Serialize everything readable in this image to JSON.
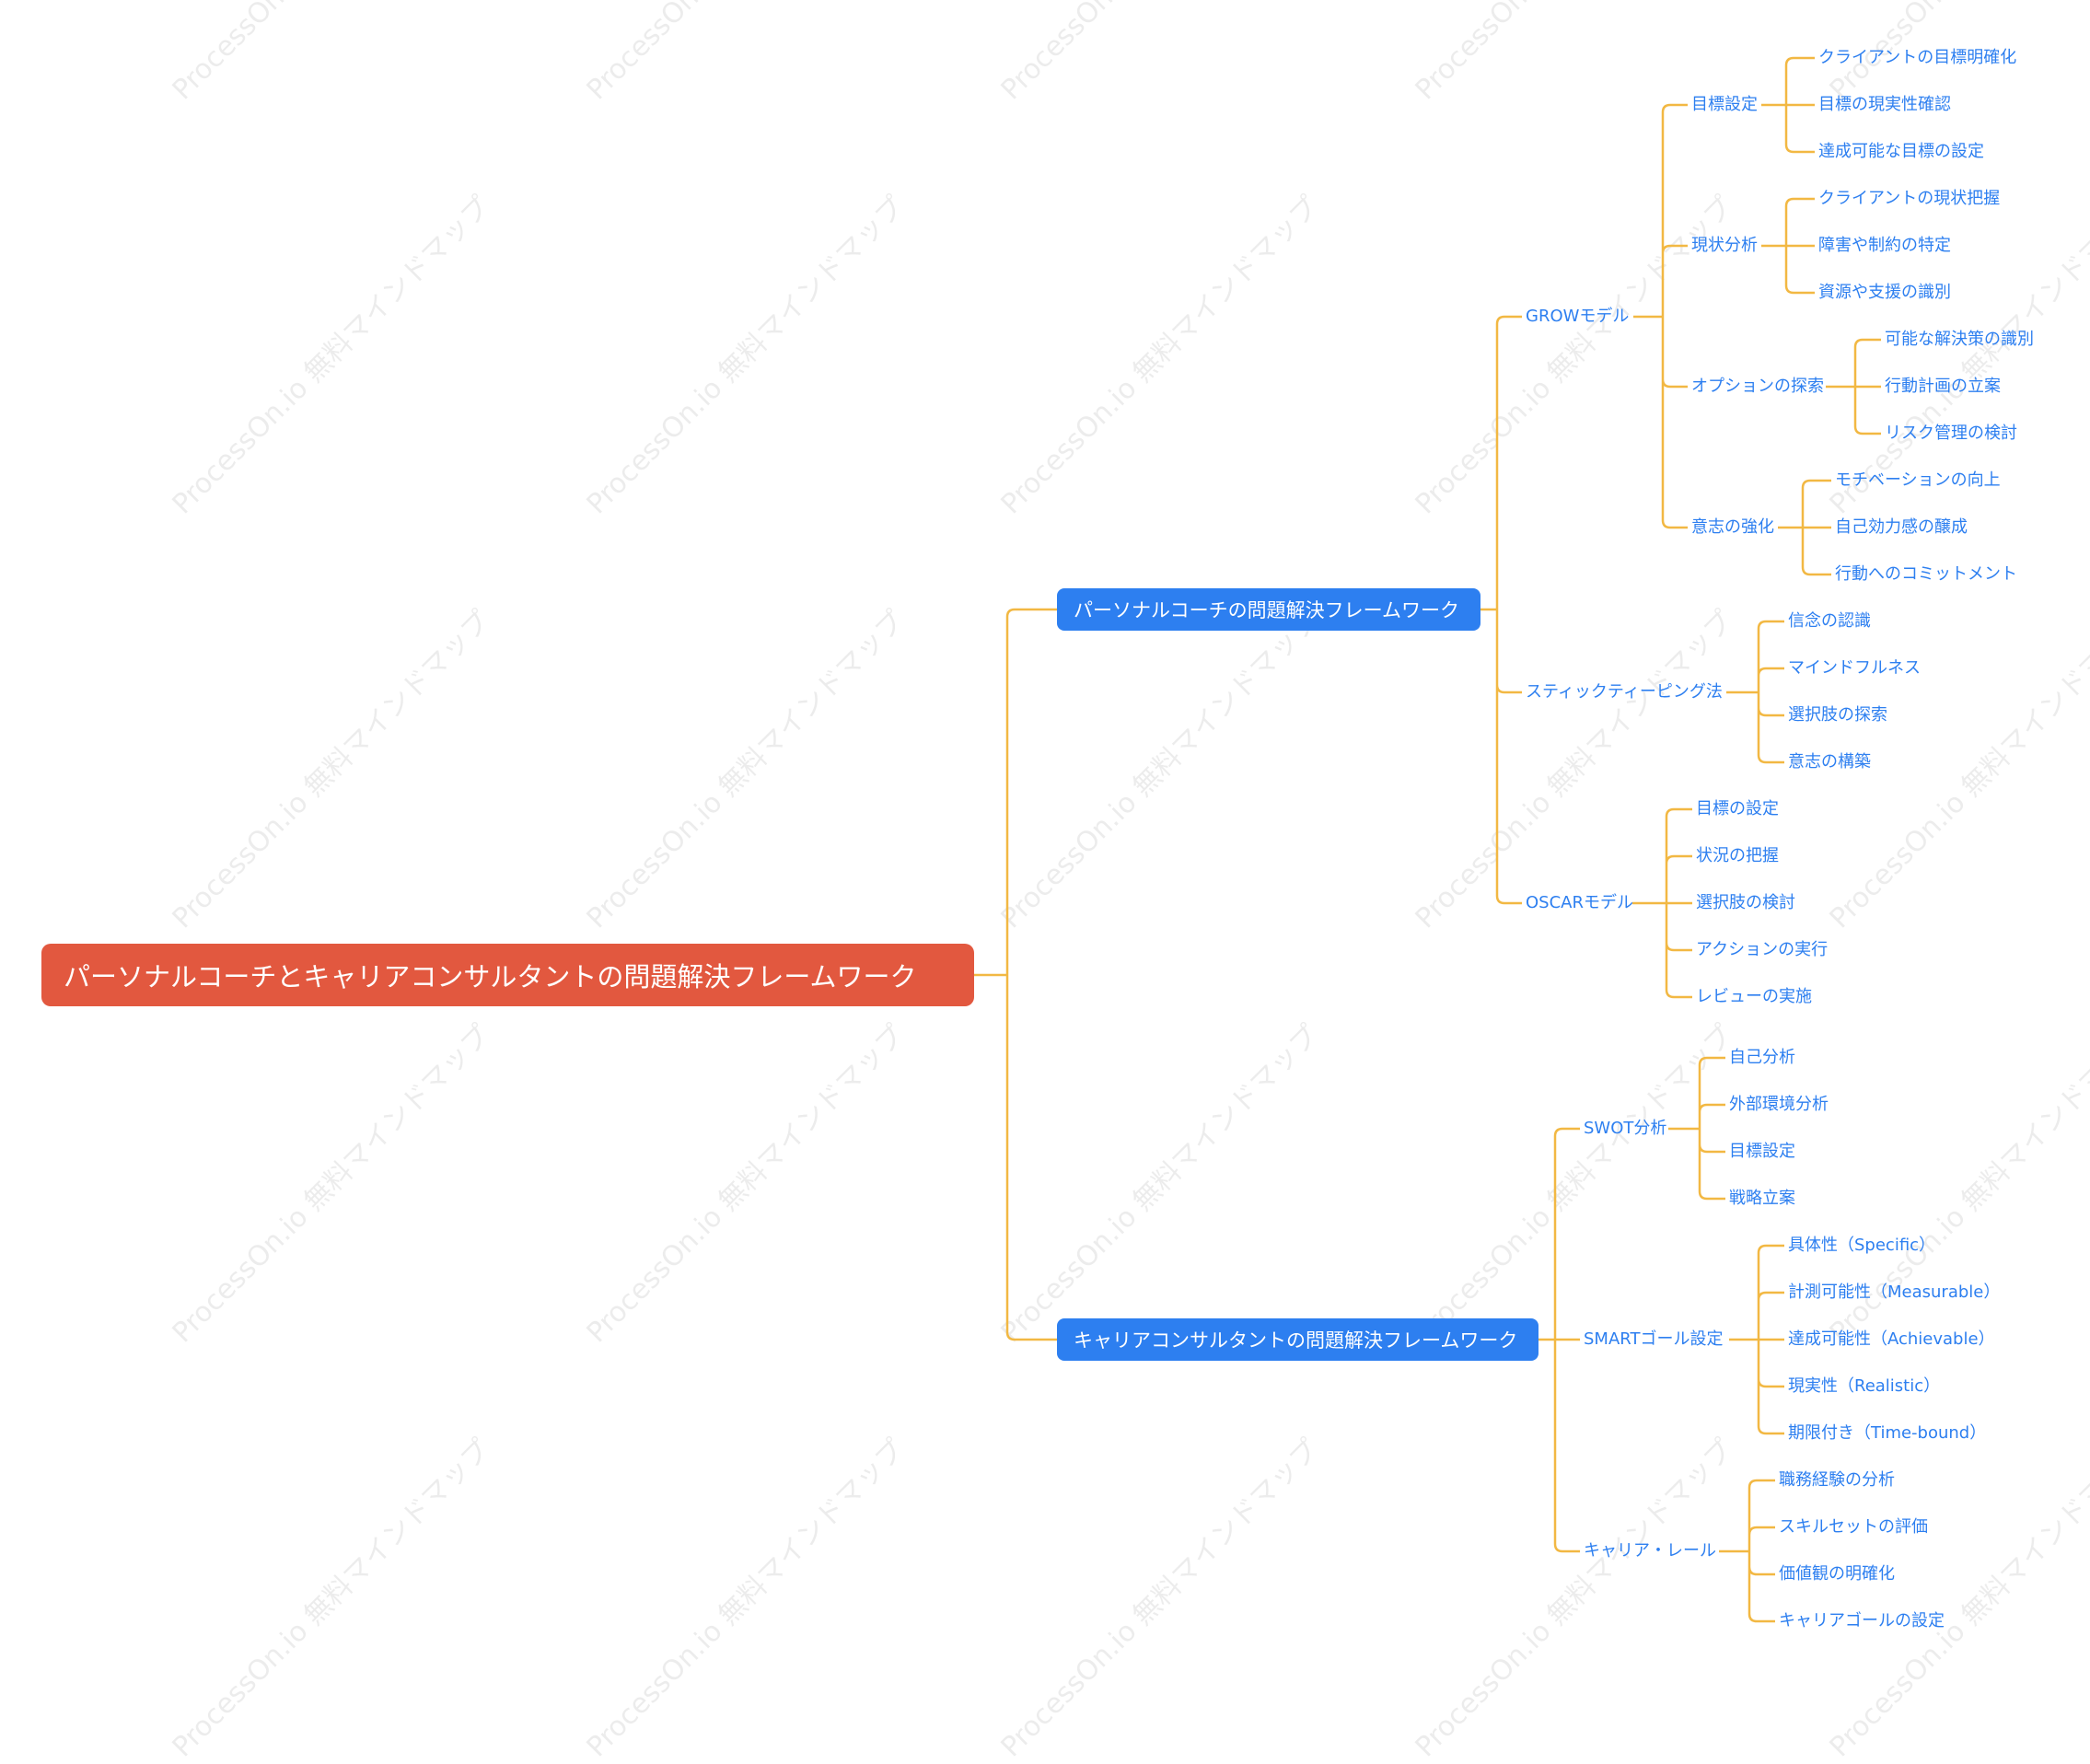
{
  "watermark_text": "ProcessOn.io 無料マインドマップ",
  "colors": {
    "root_bg": "#e2583f",
    "main_bg": "#2d7ff0",
    "text_blue": "#2d7ff0",
    "connector": "#f2b843",
    "background": "#ffffff"
  },
  "root": {
    "label": "パーソナルコーチとキャリアコンサルタントの問題解決フレームワーク"
  },
  "branches": [
    {
      "label": "パーソナルコーチの問題解決フレームワーク",
      "children": [
        {
          "label": "GROWモデル",
          "children": [
            {
              "label": "目標設定",
              "children": [
                "クライアントの目標明確化",
                "目標の現実性確認",
                "達成可能な目標の設定"
              ]
            },
            {
              "label": "現状分析",
              "children": [
                "クライアントの現状把握",
                "障害や制約の特定",
                "資源や支援の識別"
              ]
            },
            {
              "label": "オプションの探索",
              "children": [
                "可能な解決策の識別",
                "行動計画の立案",
                "リスク管理の検討"
              ]
            },
            {
              "label": "意志の強化",
              "children": [
                "モチベーションの向上",
                "自己効力感の醸成",
                "行動へのコミットメント"
              ]
            }
          ]
        },
        {
          "label": "スティックティーピング法",
          "children": [
            "信念の認識",
            "マインドフルネス",
            "選択肢の探索",
            "意志の構築"
          ]
        },
        {
          "label": "OSCARモデル",
          "children": [
            "目標の設定",
            "状況の把握",
            "選択肢の検討",
            "アクションの実行",
            "レビューの実施"
          ]
        }
      ]
    },
    {
      "label": "キャリアコンサルタントの問題解決フレームワーク",
      "children": [
        {
          "label": "SWOT分析",
          "children": [
            "自己分析",
            "外部環境分析",
            "目標設定",
            "戦略立案"
          ]
        },
        {
          "label": "SMARTゴール設定",
          "children": [
            "具体性（Specific）",
            "計測可能性（Measurable）",
            "達成可能性（Achievable）",
            "現実性（Realistic）",
            "期限付き（Time-bound）"
          ]
        },
        {
          "label": "キャリア・レール",
          "children": [
            "職務経験の分析",
            "スキルセットの評価",
            "価値観の明確化",
            "キャリアゴールの設定"
          ]
        }
      ]
    }
  ]
}
